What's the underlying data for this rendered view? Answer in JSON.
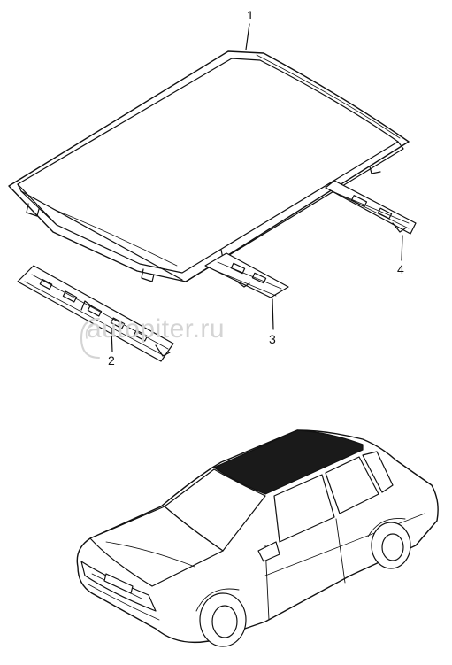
{
  "diagram": {
    "callouts": {
      "roof_panel": "1",
      "left_roof_rail": "2",
      "roof_bow_front": "3",
      "roof_bow_rear": "4"
    },
    "watermark": "autopiter.ru",
    "colors": {
      "line": "#111111",
      "glass": "#1a1a1a",
      "watermark": "#d4d4d4"
    }
  }
}
